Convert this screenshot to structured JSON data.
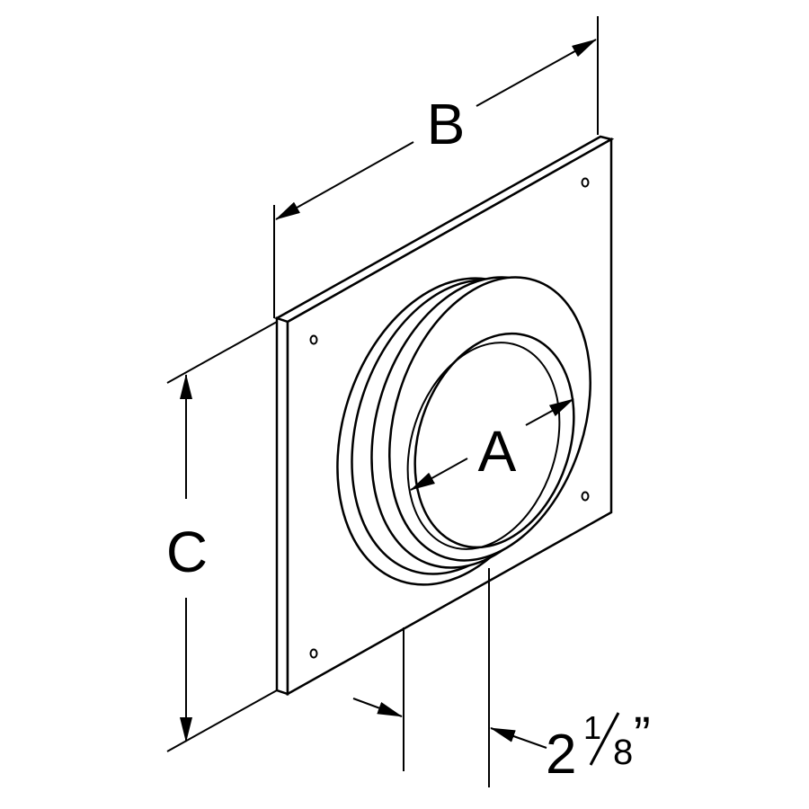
{
  "labels": {
    "width": "B",
    "height": "C",
    "diameter": "A",
    "depth_whole": "2",
    "depth_numerator": "1",
    "depth_denominator": "8",
    "depth_unit": "”"
  },
  "colors": {
    "line": "#000000",
    "background": "#ffffff"
  }
}
